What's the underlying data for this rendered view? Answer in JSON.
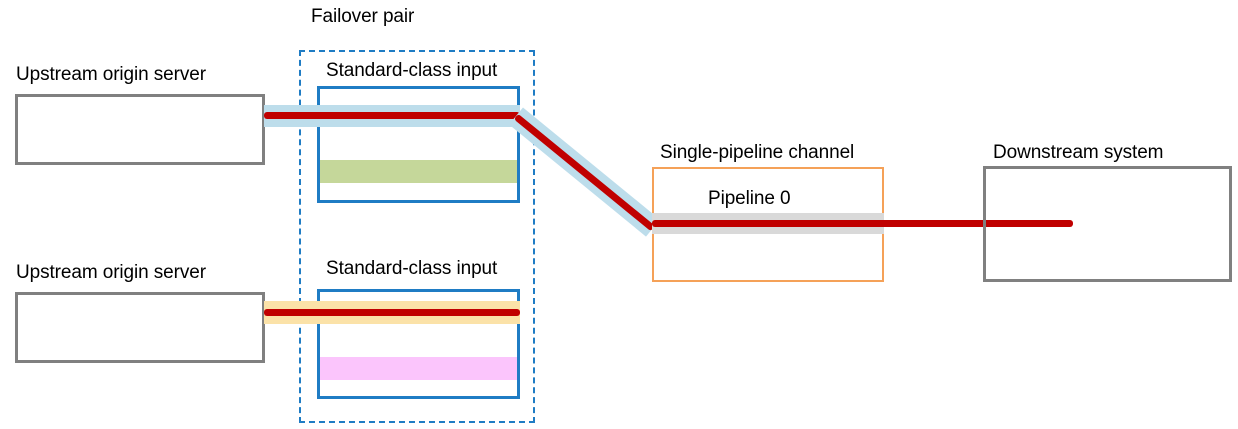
{
  "diagram": {
    "title_failover": "Failover pair",
    "labels": {
      "upstream_top": "Upstream origin server",
      "upstream_bottom": "Upstream origin server",
      "input_top": "Standard-class input",
      "input_bottom": "Standard-class input",
      "channel": "Single-pipeline channel",
      "pipeline": "Pipeline 0",
      "downstream": "Downstream system"
    },
    "colors": {
      "gray_border": "#808080",
      "blue_border": "#1f7cc4",
      "orange_border": "#f5a158",
      "dashed_border": "#1f7cc4",
      "red_flow": "#c00000",
      "band_lightblue": "#bdddeb",
      "band_green": "#c5d79a",
      "band_yellow": "#fbe2a8",
      "band_pink": "#fbc5fc",
      "band_gray": "#d9d9d9",
      "background": "#ffffff"
    }
  }
}
